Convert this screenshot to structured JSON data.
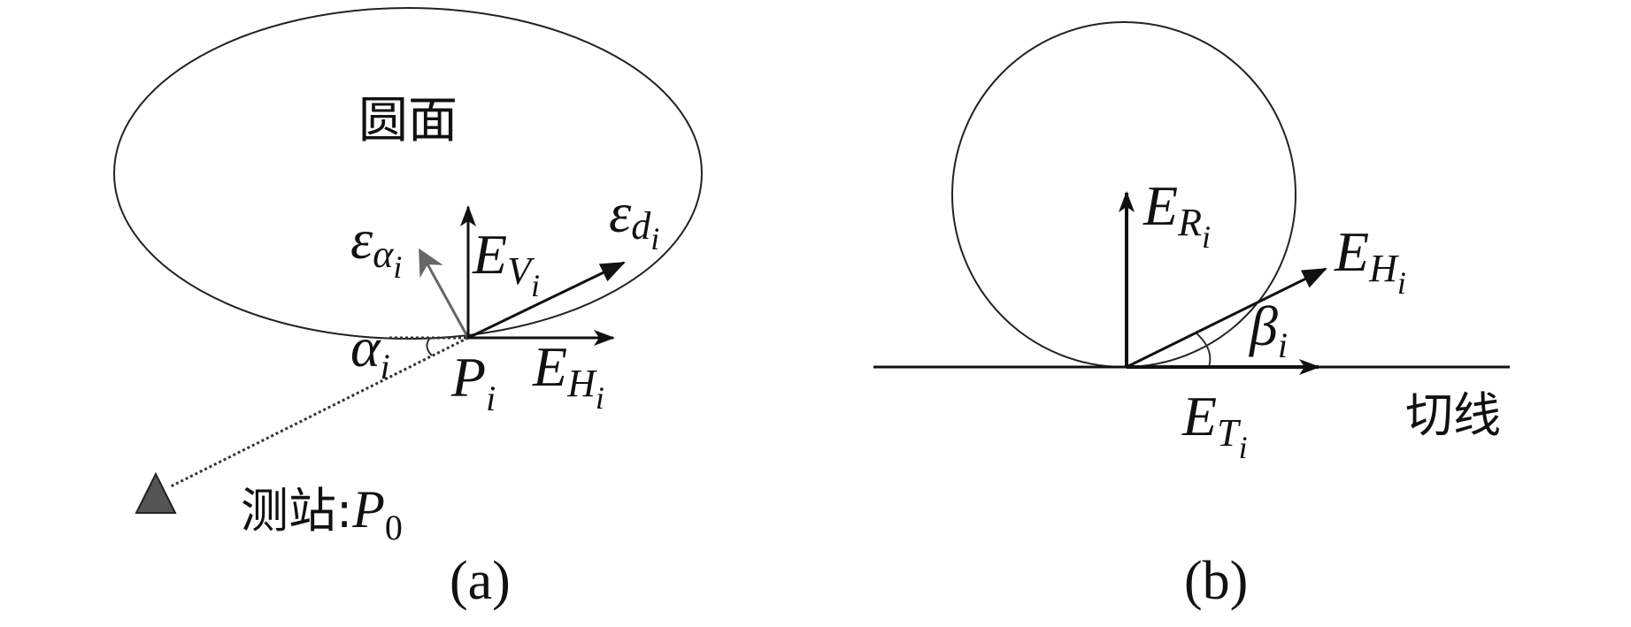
{
  "panel_a": {
    "surface_label": "圆面",
    "eps_alpha": {
      "base": "ε",
      "sub": "α",
      "subsub": "i"
    },
    "e_v": {
      "base": "E",
      "sub": "V",
      "subsub": "i"
    },
    "eps_d": {
      "base": "ε",
      "sub": "d",
      "subsub": "i"
    },
    "alpha": {
      "base": "α",
      "sub": "i"
    },
    "point": {
      "base": "P",
      "sub": "i"
    },
    "e_h": {
      "base": "E",
      "sub": "H",
      "subsub": "i"
    },
    "station": {
      "prefix": "测站:",
      "base": "P",
      "sub": "0"
    },
    "caption": "(a)"
  },
  "panel_b": {
    "e_r": {
      "base": "E",
      "sub": "R",
      "subsub": "i"
    },
    "e_h": {
      "base": "E",
      "sub": "H",
      "subsub": "i"
    },
    "beta": {
      "base": "β",
      "sub": "i"
    },
    "e_t": {
      "base": "E",
      "sub": "T",
      "subsub": "i"
    },
    "tangent_label": "切线",
    "caption": "(b)"
  },
  "colors": {
    "ink": "#111111",
    "gray_arrow": "#666666",
    "station": "#555555"
  }
}
